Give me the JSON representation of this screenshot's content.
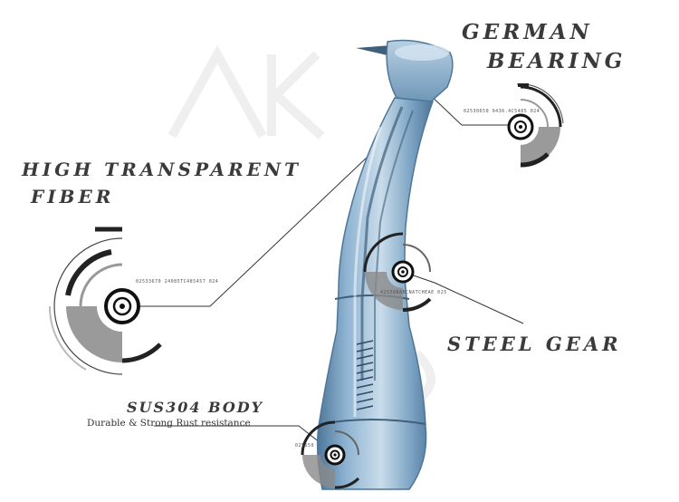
{
  "labels": {
    "german": "GERMAN",
    "bearing": "BEARING",
    "high_transparent": "HIGH TRANSPARENT",
    "fiber": "FIBER",
    "steel_gear": "STEEL GEAR",
    "sus304_body": "SUS304 BODY",
    "sus304_subtitle": "Durable & Strong Rust resistance"
  },
  "micro_text": {
    "bearing_readout": "02530650   9436.4C5485   024",
    "fiber_readout": "02533670   24085TC485457   024",
    "gear_readout": "425588ABCNATCHEAE   025",
    "body_readout": "025650"
  },
  "colors": {
    "text": "#3a3a3a",
    "handpiece_blue": "#7fa6c6",
    "handpiece_dark": "#4e7699",
    "ring_dark": "#222222",
    "ring_gray": "#9a9a9a",
    "watermark": "#eeeeee"
  }
}
